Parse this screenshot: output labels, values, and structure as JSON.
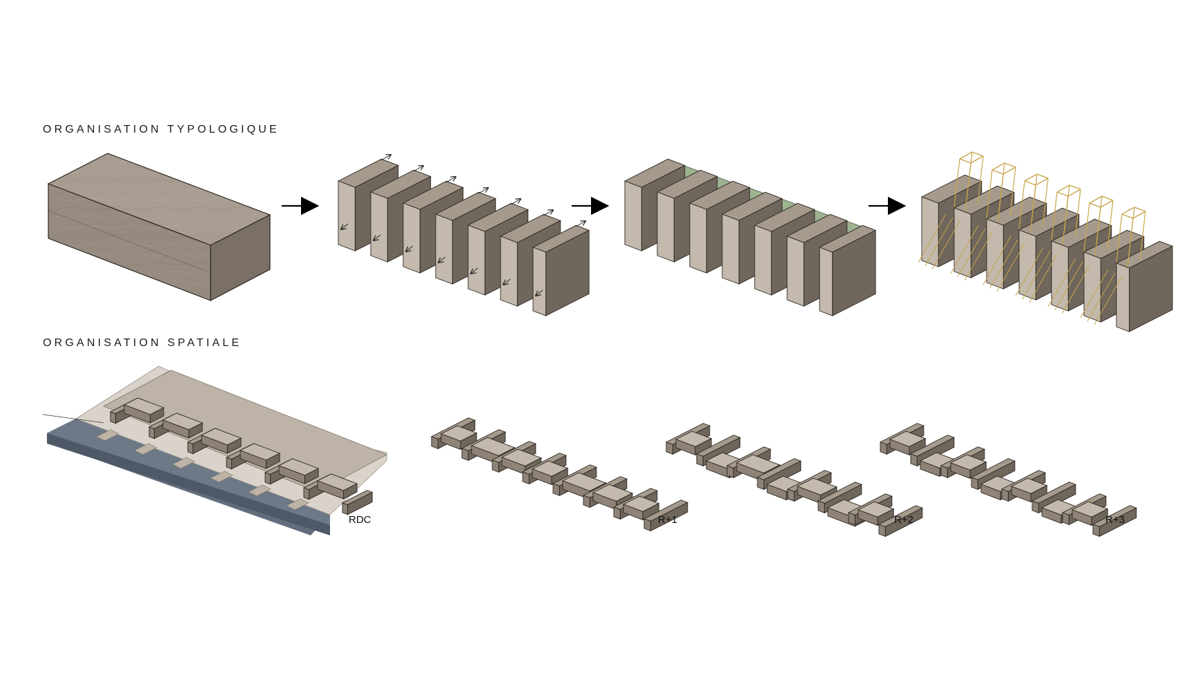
{
  "sections": {
    "typologique": "ORGANISATION TYPOLOGIQUE",
    "spatiale": "ORGANISATION SPATIALE"
  },
  "levels": {
    "rdc": "RDC",
    "r1": "R+1",
    "r2": "R+2",
    "r3": "R+3"
  },
  "colors": {
    "concrete_top": "#a59a8c",
    "concrete_front": "#8e8376",
    "concrete_side": "#6f665c",
    "concrete_light": "#c3b9ac",
    "paving": "#d8d2ca",
    "street": "#5e6a78",
    "greenery": "#7c9a6a",
    "lattice": "#c9a54b",
    "outline": "#2a2520",
    "arrow": "#000000"
  }
}
